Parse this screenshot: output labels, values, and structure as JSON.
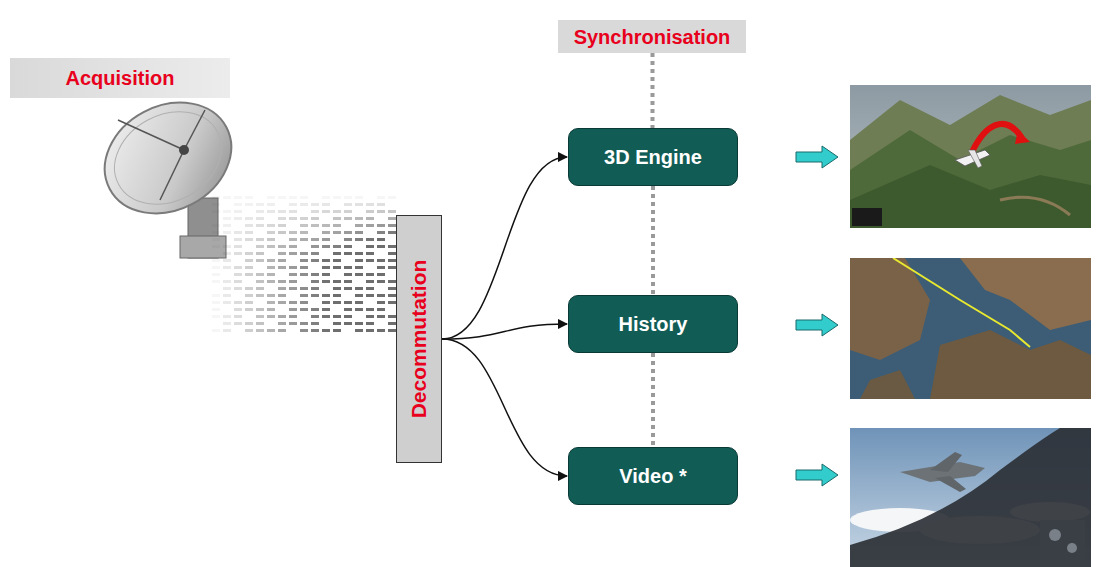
{
  "diagram": {
    "nodes": [
      {
        "text": [
          "Synchronisation"
        ]
      },
      {
        "text": [
          "Acquisition"
        ]
      },
      {
        "text": [
          "Decommutation"
        ]
      },
      {
        "text": [
          "3D Engine"
        ]
      },
      {
        "text": [
          "History"
        ]
      },
      {
        "text": [
          "Video *"
        ]
      }
    ],
    "edges": [
      {
        "from": 2,
        "to": 3,
        "arrow": "to"
      },
      {
        "from": 2,
        "to": 4,
        "arrow": "to"
      },
      {
        "from": 2,
        "to": 5,
        "arrow": "to"
      },
      {
        "from": 0,
        "to": 3,
        "arrow": "none"
      },
      {
        "from": 3,
        "to": 4,
        "arrow": "none"
      },
      {
        "from": 4,
        "to": 5,
        "arrow": "none"
      }
    ]
  }
}
